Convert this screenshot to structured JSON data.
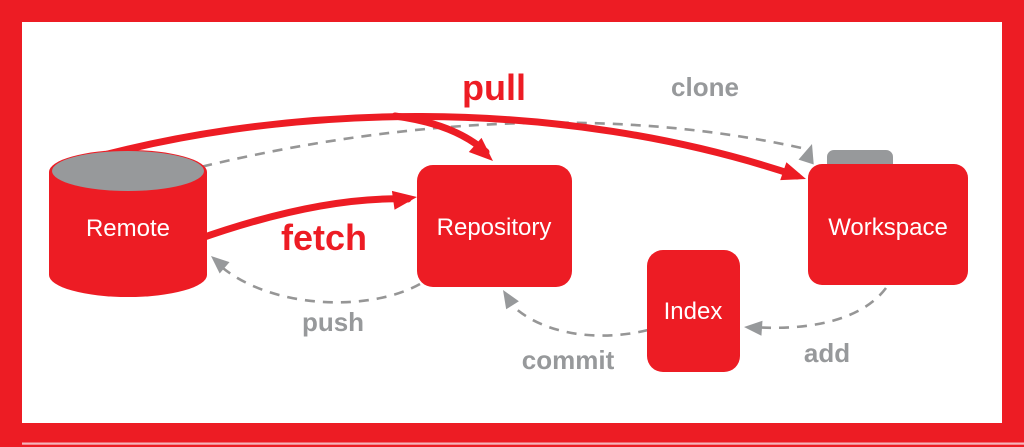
{
  "diagram": {
    "type": "git-workflow-diagram",
    "nodes": [
      {
        "id": "remote",
        "label": "Remote",
        "shape": "cylinder"
      },
      {
        "id": "repository",
        "label": "Repository",
        "shape": "rounded-rect"
      },
      {
        "id": "index",
        "label": "Index",
        "shape": "rounded-rect"
      },
      {
        "id": "workspace",
        "label": "Workspace",
        "shape": "folder"
      }
    ],
    "edges": [
      {
        "id": "pull",
        "label": "pull",
        "from": "remote",
        "to": "workspace",
        "style": "solid",
        "color": "red"
      },
      {
        "id": "clone",
        "label": "clone",
        "from": "remote",
        "to": "workspace",
        "style": "dashed",
        "color": "gray"
      },
      {
        "id": "fetch",
        "label": "fetch",
        "from": "remote",
        "to": "repository",
        "style": "solid",
        "color": "red"
      },
      {
        "id": "push",
        "label": "push",
        "from": "repository",
        "to": "remote",
        "style": "dashed",
        "color": "gray"
      },
      {
        "id": "commit",
        "label": "commit",
        "from": "index",
        "to": "repository",
        "style": "dashed",
        "color": "gray"
      },
      {
        "id": "add",
        "label": "add",
        "from": "workspace",
        "to": "index",
        "style": "dashed",
        "color": "gray"
      }
    ],
    "colors": {
      "red": "#ED1C24",
      "gray_shape": "#97999B",
      "gray_dash": "#969696",
      "text_on_red": "#FFFFFF",
      "background": "#FFFFFF"
    }
  }
}
